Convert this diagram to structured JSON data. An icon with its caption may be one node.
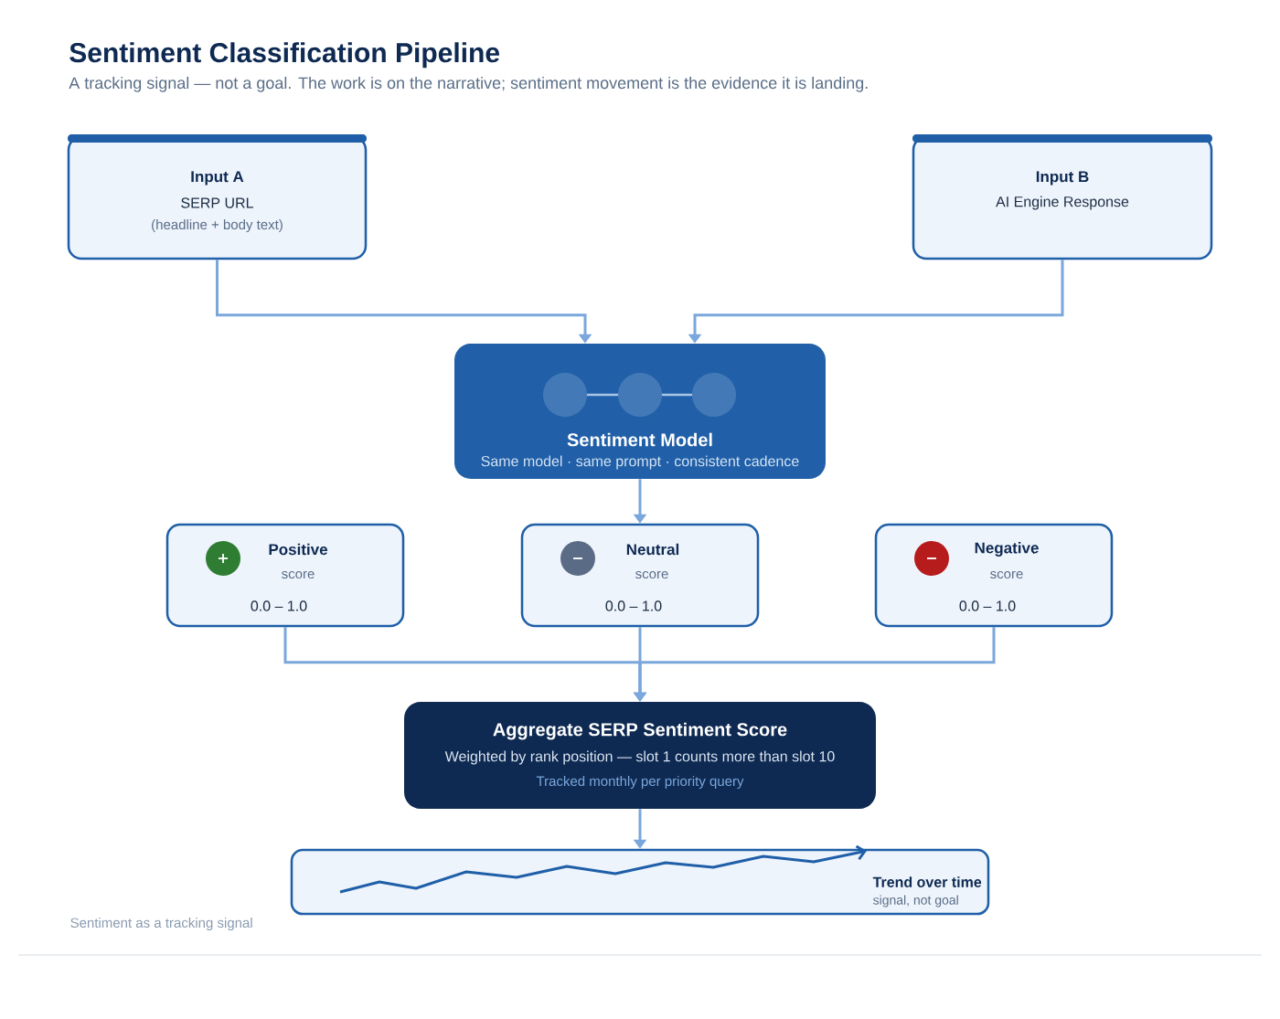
{
  "diagram": {
    "title": "Sentiment Classification Pipeline",
    "caption": "Sentiment as a tracking signal",
    "nodes": [
      {
        "text": [
          "Input A",
          "SERP URL",
          "(headline + body text)"
        ]
      },
      {
        "text": [
          "Input B",
          "AI Engine Response"
        ]
      },
      {
        "text": [
          "Sentiment Model",
          "Same model · same prompt · consistent cadence"
        ]
      },
      {
        "text": [
          "Positive",
          "score",
          "0.0 – 1.0"
        ]
      },
      {
        "text": [
          "Neutral",
          "score",
          "0.0 – 1.0"
        ]
      },
      {
        "text": [
          "Negative",
          "score",
          "0.0 – 1.0"
        ]
      },
      {
        "text": [
          "Aggregate SERP Sentiment Score",
          "Weighted by rank position — slot 1 counts more than slot 10",
          "Tracked monthly per priority query"
        ]
      },
      {
        "text": [
          "Trend over time",
          "signal, not goal"
        ]
      }
    ],
    "edges": [
      {
        "from": 0,
        "to": 2,
        "arrow": "to"
      },
      {
        "from": 1,
        "to": 2,
        "arrow": "to"
      },
      {
        "from": 2,
        "to": 4,
        "arrow": "to"
      },
      {
        "from": 3,
        "to": 6,
        "arrow": "to"
      },
      {
        "from": 4,
        "to": 6,
        "arrow": "to"
      },
      {
        "from": 5,
        "to": 6,
        "arrow": "to"
      },
      {
        "from": 6,
        "to": 7,
        "arrow": "to"
      }
    ],
    "labels": [
      "A tracking signal — not a goal. The work is on the narrative; sentiment movement is the evidence it is landing."
    ]
  }
}
